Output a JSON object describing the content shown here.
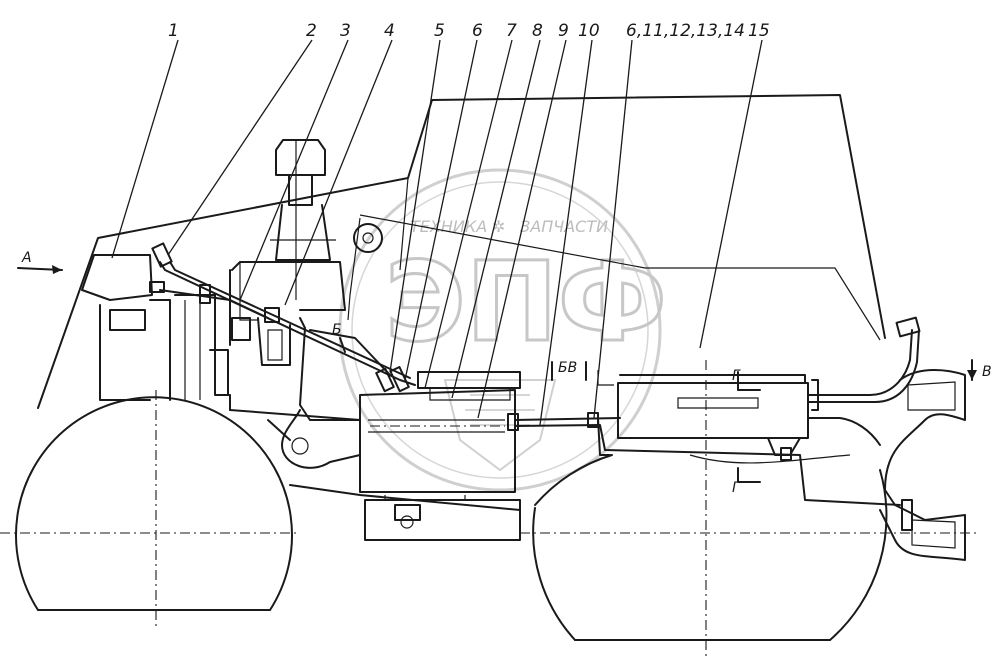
{
  "callouts": [
    "1",
    "2",
    "3",
    "4",
    "5",
    "6",
    "7",
    "8",
    "9",
    "10",
    "6,11,12,13,14",
    "15"
  ],
  "section_labels": {
    "view_a": "А",
    "view_b": "Б",
    "view_bv": "БВ",
    "view_g_top": "Г",
    "view_g_bottom": "Г",
    "view_v": "В"
  },
  "watermark": {
    "left_text": "ТЕХНИКА",
    "right_text": "ЗАПЧАСТИ",
    "logo": "ЭПФ"
  }
}
